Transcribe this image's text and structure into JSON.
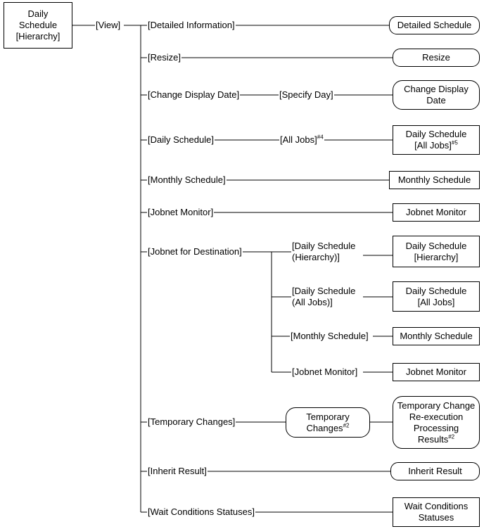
{
  "root": {
    "label": "Daily\nSchedule\n[Hierarchy]"
  },
  "view": {
    "label": "[View]"
  },
  "menu": {
    "detailed_information": "[Detailed Information]",
    "resize": "[Resize]",
    "change_display_date": "[Change Display Date]",
    "daily_schedule": "[Daily Schedule]",
    "monthly_schedule": "[Monthly Schedule]",
    "jobnet_monitor": "[Jobnet Monitor]",
    "jobnet_for_destination": "[Jobnet for Destination]",
    "temporary_changes": "[Temporary Changes]",
    "inherit_result": "[Inherit Result]",
    "wait_conditions_statuses": "[Wait Conditions Statuses]"
  },
  "submenu": {
    "specify_day": "[Specify Day]",
    "all_jobs": "[All Jobs]",
    "all_jobs_note": "#4",
    "dest_daily_hierarchy": "[Daily Schedule\n(Hierarchy)]",
    "dest_daily_all_jobs": "[Daily Schedule\n(All Jobs)]",
    "dest_monthly": "[Monthly Schedule]",
    "dest_jobnet_monitor": "[Jobnet Monitor]"
  },
  "intermediate": {
    "temporary_changes": "Temporary\nChanges",
    "temporary_changes_note": "#2"
  },
  "windows": {
    "detailed_schedule": "Detailed Schedule",
    "resize": "Resize",
    "change_display_date": "Change Display\nDate",
    "daily_all_jobs": "Daily Schedule\n[All Jobs]",
    "daily_all_jobs_note": "#5",
    "monthly_schedule": "Monthly Schedule",
    "jobnet_monitor": "Jobnet Monitor",
    "dest_daily_hierarchy": "Daily Schedule\n[Hierarchy]",
    "dest_daily_all_jobs": "Daily Schedule\n[All Jobs]",
    "dest_monthly": "Monthly Schedule",
    "dest_jobnet_monitor": "Jobnet Monitor",
    "temp_change_results": "Temporary Change\nRe-execution\nProcessing\nResults",
    "temp_change_results_note": "#2",
    "inherit_result": "Inherit Result",
    "wait_conditions_statuses": "Wait Conditions\nStatuses"
  }
}
